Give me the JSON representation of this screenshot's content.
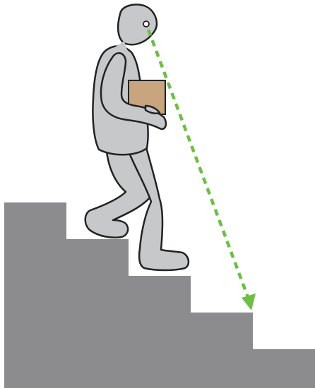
{
  "illustration": {
    "colors": {
      "background": "#ffffff",
      "stairs": "#8c8c8e",
      "figure_fill": "#c7c8ca",
      "figure_outline": "#222222",
      "box_fill": "#c8a47f",
      "sight_line": "#6cbe45",
      "eye_fill": "#ffffff"
    },
    "stair_steps": 5,
    "sight_line_style": "dashed",
    "elements": [
      "stairs",
      "person",
      "carried-box",
      "eye",
      "sight-line",
      "arrowhead"
    ]
  }
}
